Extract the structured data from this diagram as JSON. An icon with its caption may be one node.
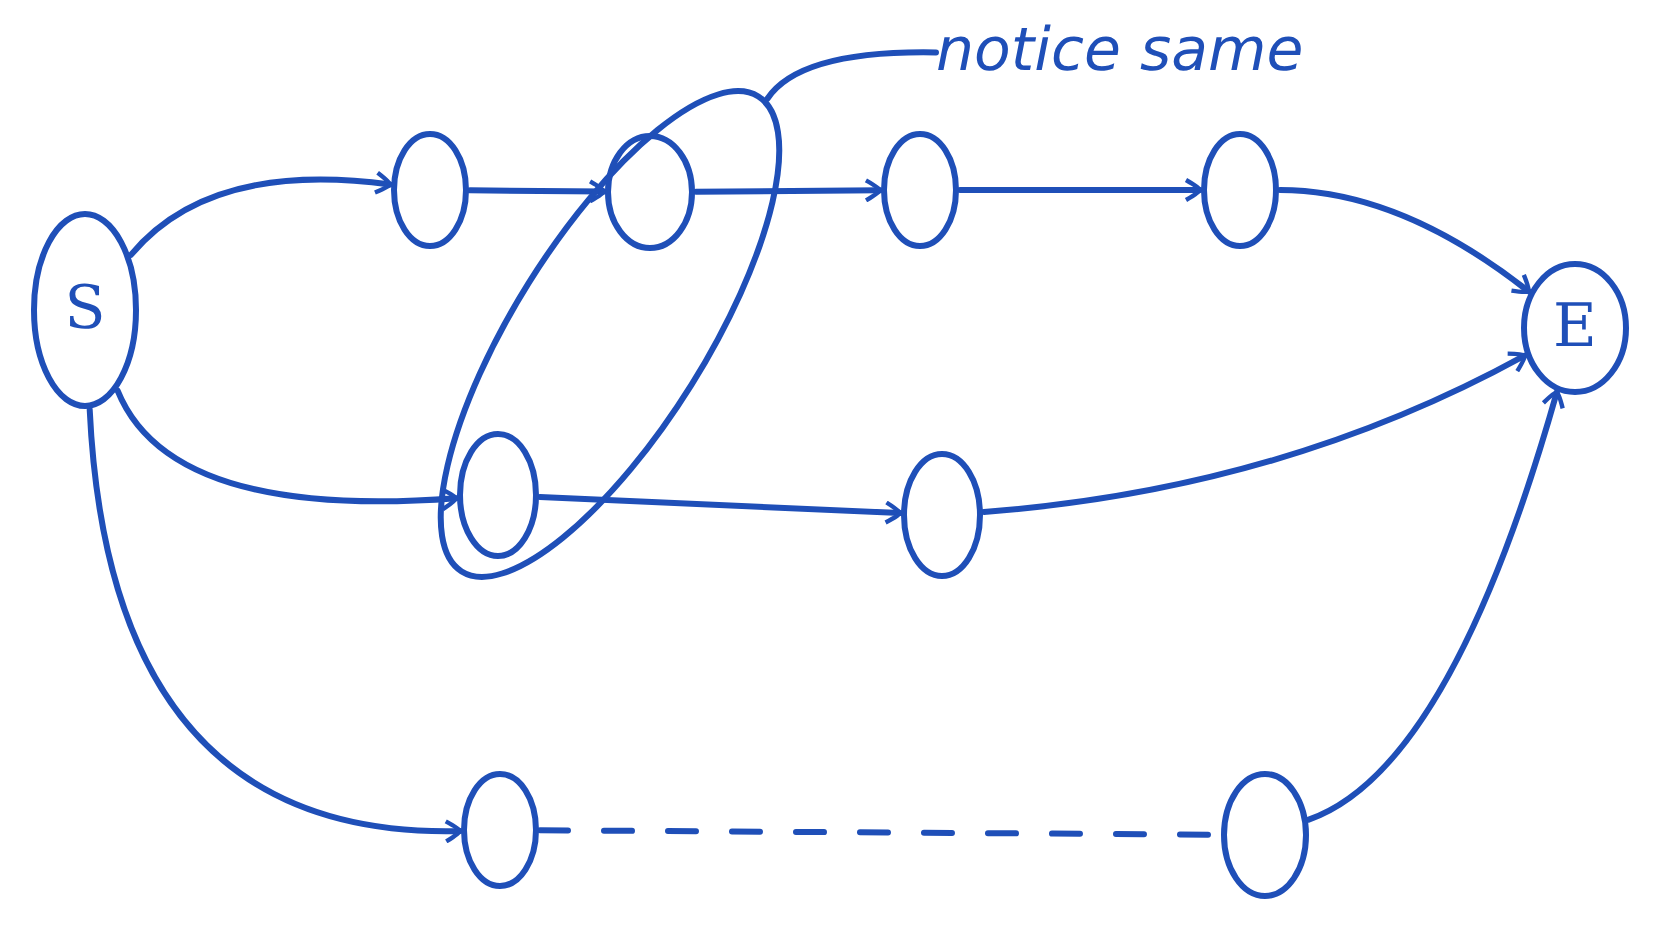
{
  "diagram": {
    "nodes": [
      {
        "text": [
          "notice same"
        ]
      },
      {
        "text": [
          "S"
        ]
      },
      {
        "text": [],
        "shape": "ellipse"
      },
      {
        "text": [],
        "shape": "circle"
      },
      {
        "text": [],
        "shape": "circle",
        "in": 2
      },
      {
        "text": [],
        "shape": "circle"
      },
      {
        "text": [],
        "shape": "circle"
      },
      {
        "text": [
          "E"
        ]
      },
      {
        "text": [],
        "shape": "circle",
        "in": 2
      },
      {
        "text": [],
        "shape": "circle"
      },
      {
        "text": [],
        "shape": "circle"
      },
      {
        "text": [],
        "shape": "circle"
      }
    ],
    "edges": [
      {
        "from": 1,
        "to": 3,
        "arrow": "to"
      },
      {
        "from": 3,
        "to": 4,
        "arrow": "to"
      },
      {
        "from": 4,
        "to": 5,
        "arrow": "to"
      },
      {
        "from": 5,
        "to": 6,
        "arrow": "to"
      },
      {
        "from": 6,
        "to": 7,
        "arrow": "to"
      },
      {
        "from": 1,
        "to": 8,
        "arrow": "to"
      },
      {
        "from": 8,
        "to": 9,
        "arrow": "to"
      },
      {
        "from": 9,
        "to": 7,
        "arrow": "to"
      },
      {
        "from": 1,
        "to": 10,
        "arrow": "to"
      },
      {
        "from": 10,
        "to": 11,
        "arrow": "none",
        "style": "dashed"
      },
      {
        "from": 11,
        "to": 7,
        "arrow": "to"
      },
      {
        "from": 0,
        "to": 2,
        "arrow": "none"
      }
    ]
  }
}
